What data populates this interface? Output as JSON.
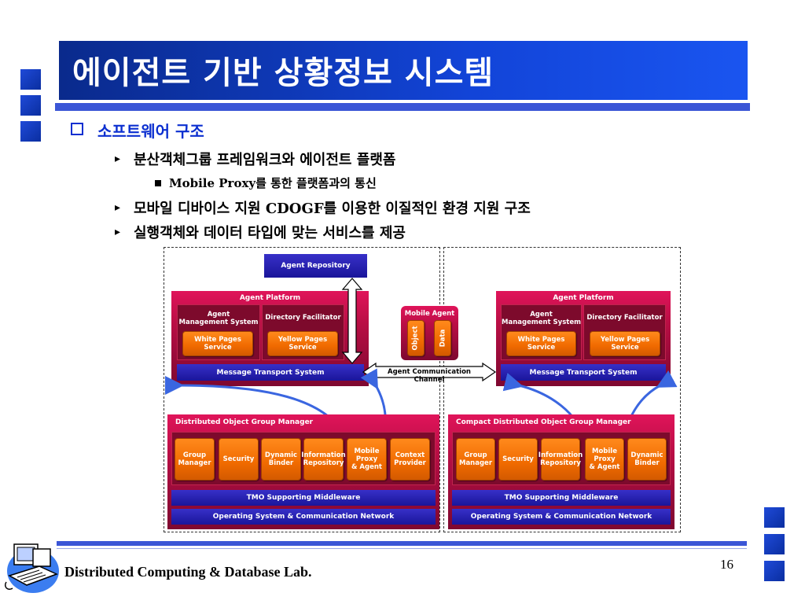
{
  "slide": {
    "title": "에이전트 기반 상황정보 시스템",
    "bullet1": "소프트웨어 구조",
    "bullet2a": "분산객체그룹 프레임워크와 에이전트 플랫폼",
    "bullet3a_en": "Mobile Proxy",
    "bullet3a_ko": "를 통한 플랫폼과의 통신",
    "bullet2b_pre": "모바일 디바이스 지원 ",
    "bullet2b_en": "CDOGF",
    "bullet2b_post": "를 이용한 이질적인 환경 지원 구조",
    "bullet2c": "실행객체와 데이터 타입에 맞는 서비스를 제공",
    "footer": "Distributed Computing & Database Lab.",
    "page_number": "16"
  },
  "diagram": {
    "agent_repository": "Agent Repository",
    "left_platform": {
      "header": "Agent Platform",
      "ams": "Agent\nManagement System",
      "df": "Directory Facilitator",
      "white_pages": "White Pages\nService",
      "yellow_pages": "Yellow Pages\nService",
      "mts": "Message Transport System"
    },
    "right_platform": {
      "header": "Agent Platform",
      "ams": "Agent\nManagement System",
      "df": "Directory Facilitator",
      "white_pages": "White Pages\nService",
      "yellow_pages": "Yellow Pages\nService",
      "mts": "Message Transport System"
    },
    "mobile_agent": {
      "header": "Mobile Agent",
      "object": "Object",
      "data": "Data"
    },
    "acc": "Agent Communication Channel",
    "left_dogm": {
      "header": "Distributed Object Group Manager",
      "modules": [
        "Group\nManager",
        "Security",
        "Dynamic\nBinder",
        "Information\nRepository",
        "Mobile\nProxy\n& Agent",
        "Context\nProvider"
      ],
      "tmo": "TMO Supporting Middleware",
      "os": "Operating System & Communication Network"
    },
    "right_dogm": {
      "header": "Compact Distributed Object Group Manager",
      "modules": [
        "Group\nManager",
        "Security",
        "Information\nRepository",
        "Mobile\nProxy\n& Agent",
        "Dynamic\nBinder"
      ],
      "tmo": "TMO Supporting Middleware",
      "os": "Operating System & Communication Network"
    },
    "colors": {
      "panel": "#b80e44",
      "orange": "#f06a00",
      "blue_bar": "#1a159a",
      "arrow": "#3a66e0"
    }
  },
  "icons": [
    "computer-clipart-icon"
  ]
}
